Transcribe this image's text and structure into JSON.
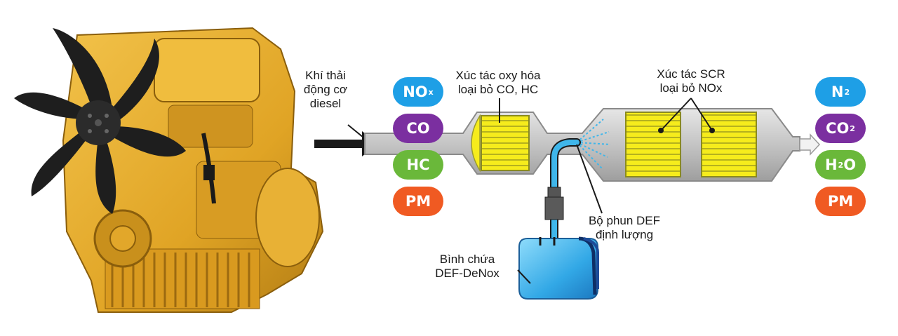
{
  "labels": {
    "exhaust": [
      "Khí thải",
      "động cơ",
      "diesel"
    ],
    "doc": [
      "Xúc tác oxy hóa",
      "loại bỏ CO, HC"
    ],
    "scr": [
      "Xúc tác SCR",
      "loại bỏ NOx"
    ],
    "injector": [
      "Bộ phun DEF",
      "định lượng"
    ],
    "tank": [
      "Bình chứa",
      "DEF-DeNox"
    ]
  },
  "inputs": [
    {
      "base": "NO",
      "sub": "x",
      "color": "#1e9fe6"
    },
    {
      "base": "CO",
      "sub": "",
      "color": "#7b2fa0"
    },
    {
      "base": "HC",
      "sub": "",
      "color": "#6ab83a"
    },
    {
      "base": "PM",
      "sub": "",
      "color": "#f05a22"
    }
  ],
  "outputs": [
    {
      "base": "N",
      "sub": "2",
      "after": "",
      "color": "#1e9fe6"
    },
    {
      "base": "CO",
      "sub": "2",
      "after": "",
      "color": "#7b2fa0"
    },
    {
      "base": "H",
      "sub": "2",
      "after": "O",
      "color": "#6ab83a"
    },
    {
      "base": "PM",
      "sub": "",
      "after": "",
      "color": "#f05a22"
    }
  ],
  "colors": {
    "engine": "#e3a92b",
    "fan": "#1e1e1e",
    "pipe": "#c9c9c9",
    "catalyst": "#f5ea1a",
    "def_fluid": "#3fb6ea"
  }
}
